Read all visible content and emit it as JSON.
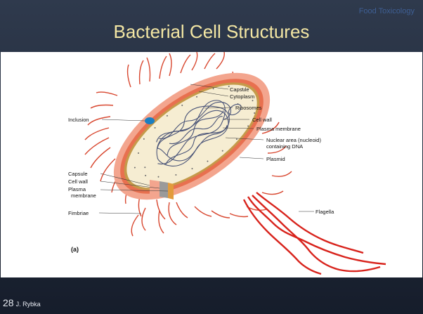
{
  "slide": {
    "course": "Food Toxicology",
    "title": "Bacterial Cell Structures",
    "page_number": "28",
    "author": "J. Rybka"
  },
  "diagram": {
    "panel_label": "(a)",
    "labels": {
      "capsule_top": "Capsule",
      "cytoplasm": "Cytoplasm",
      "ribosomes": "Ribosomes",
      "cell_wall_top": "Cell wall",
      "plasma_membrane_top": "Plasma membrane",
      "nucleoid_line1": "Nuclear area (nucleoid)",
      "nucleoid_line2": "containing DNA",
      "plasmid": "Plasmid",
      "inclusion": "Inclusion",
      "capsule_left": "Capsule",
      "cell_wall_left": "Cell wall",
      "plasma_membrane_left_line1": "Plasma",
      "plasma_membrane_left_line2": "membrane",
      "fimbriae": "Fimbriae",
      "flagella": "Flagella"
    },
    "colors": {
      "capsule": "#f3a58e",
      "cell_wall": "#e8704f",
      "membrane": "#c59a4a",
      "cytoplasm": "#f6edd2",
      "dna": "#4a5478",
      "inclusion": "#1a7fc2",
      "flagella": "#d8231c",
      "fimbriae": "#d8462e"
    }
  }
}
